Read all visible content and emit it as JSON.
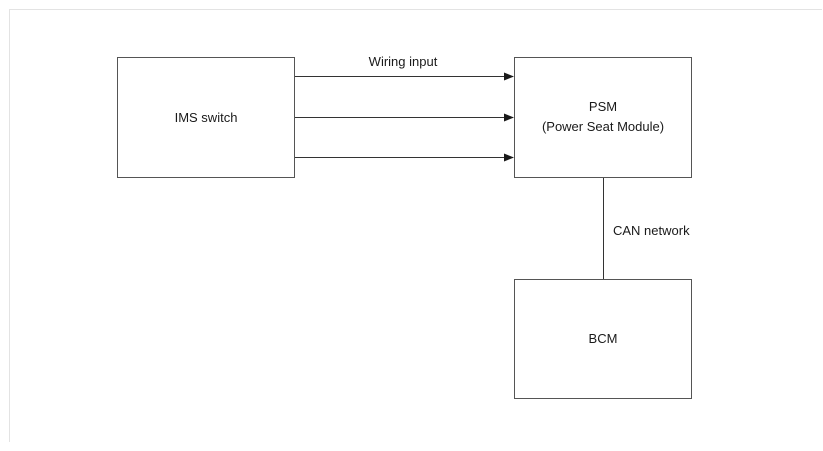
{
  "diagram": {
    "nodes": {
      "ims_switch": {
        "label": "IMS switch"
      },
      "psm": {
        "label_line1": "PSM",
        "label_line2": "(Power Seat Module)"
      },
      "bcm": {
        "label": "BCM"
      }
    },
    "edges": {
      "wiring": {
        "label": "Wiring input",
        "count": 3
      },
      "can": {
        "label": "CAN network"
      }
    }
  }
}
